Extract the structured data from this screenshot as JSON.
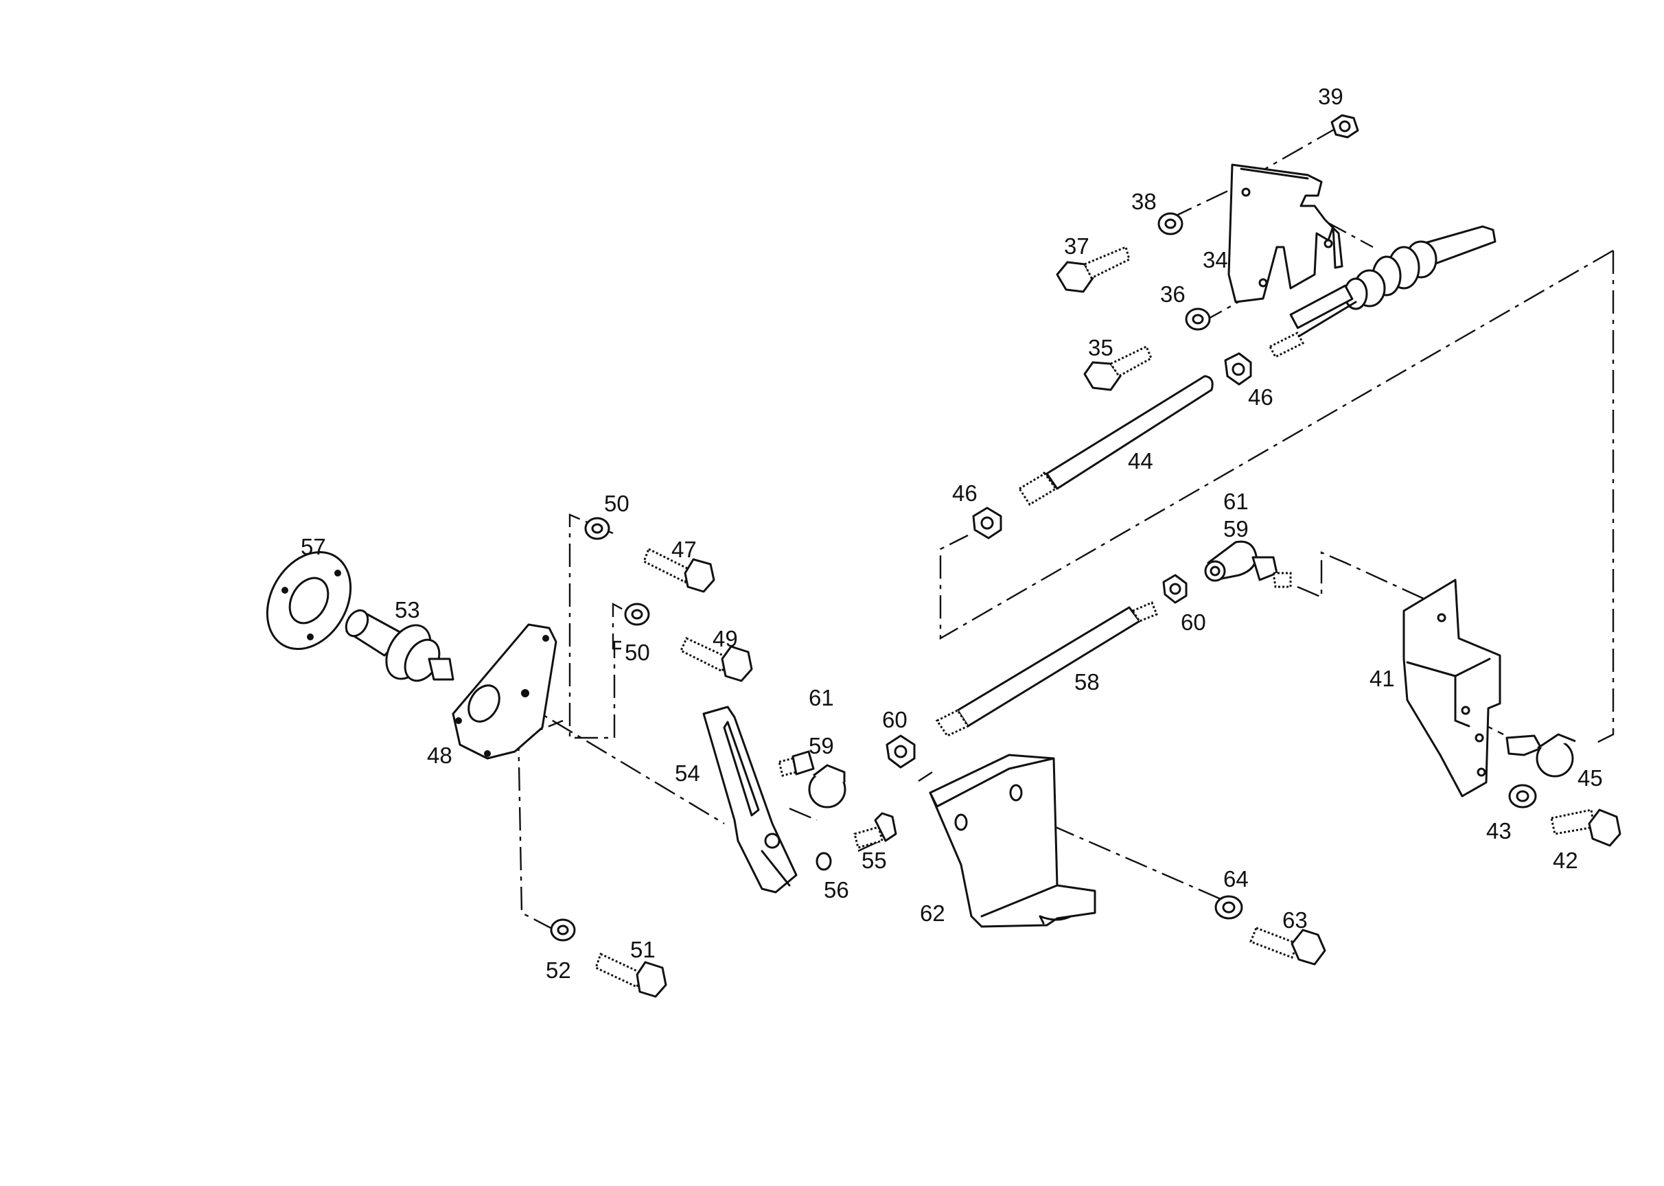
{
  "callouts": {
    "c34": "34",
    "c35": "35",
    "c36": "36",
    "c37": "37",
    "c38": "38",
    "c39": "39",
    "c41": "41",
    "c42": "42",
    "c43": "43",
    "c44": "44",
    "c45": "45",
    "c46a": "46",
    "c46b": "46",
    "c47": "47",
    "c48": "48",
    "c49": "49",
    "c50a": "50",
    "c50b": "50",
    "c51": "51",
    "c52": "52",
    "c53": "53",
    "c54": "54",
    "c55": "55",
    "c56": "56",
    "c57": "57",
    "c58": "58",
    "c59a": "59",
    "c59b": "59",
    "c60a": "60",
    "c60b": "60",
    "c61a": "61",
    "c61b": "61",
    "c62": "62",
    "c63": "63",
    "c64": "64"
  }
}
